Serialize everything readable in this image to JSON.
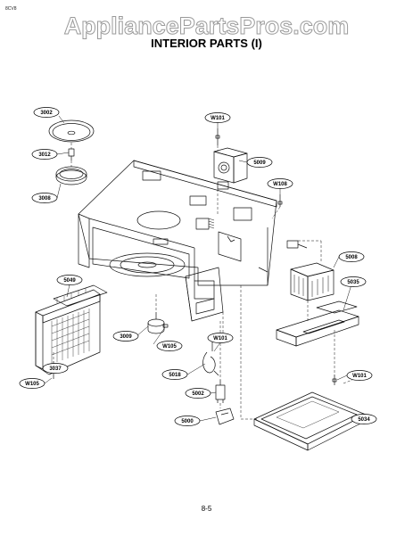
{
  "header": {
    "corner_code": "8CV8",
    "watermark": "AppliancePartsPros.com",
    "title": "INTERIOR PARTS (I)"
  },
  "footer": {
    "page_number": "8-5"
  },
  "callouts": {
    "c3002": "3002",
    "c3012": "3012",
    "c3008": "3008",
    "cW101a": "W101",
    "c5009": "5009",
    "cW108": "W108",
    "c5008": "5008",
    "c5035": "5035",
    "c5049": "5049",
    "c3009": "3009",
    "cW105a": "W105",
    "cW101b": "W101",
    "c3037": "3037",
    "cW105b": "W105",
    "c5018": "5018",
    "c5002": "5002",
    "c5000": "5000",
    "cW101c": "W101",
    "c5034": "5034"
  }
}
